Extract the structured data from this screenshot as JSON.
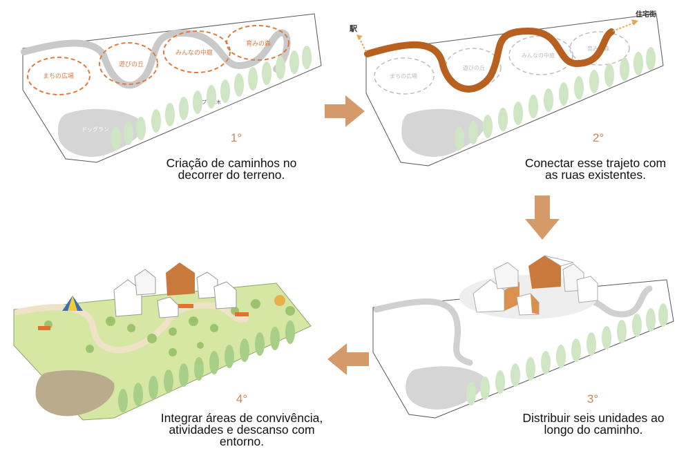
{
  "steps": [
    {
      "number": "1°",
      "caption": "Criação de caminhos no\ndecorrer do terreno."
    },
    {
      "number": "2°",
      "caption": "Conectar esse trajeto com\nas ruas existentes."
    },
    {
      "number": "3°",
      "caption": "Distribuir seis unidades ao\nlongo do caminho."
    },
    {
      "number": "4°",
      "caption": "Integrar áreas de convivência,\natividades e descanso com\nentorno."
    }
  ],
  "zones": {
    "machi": "まちの広場",
    "asobi": "遊びの丘",
    "minna": "みんなの中庭",
    "sodate": "育みの森",
    "dogrun": "ドッグラン",
    "poplar": "ポプラ並木"
  },
  "labels": {
    "station": "駅",
    "residential": "住宅街"
  },
  "colors": {
    "accent": "#c8855a",
    "path_gray": "#c9c9c9",
    "path_orange": "#b8601f",
    "tree_green": "#cfe6c4",
    "zone_dash": "#e07a3c",
    "arrow": "#d49a6a"
  }
}
